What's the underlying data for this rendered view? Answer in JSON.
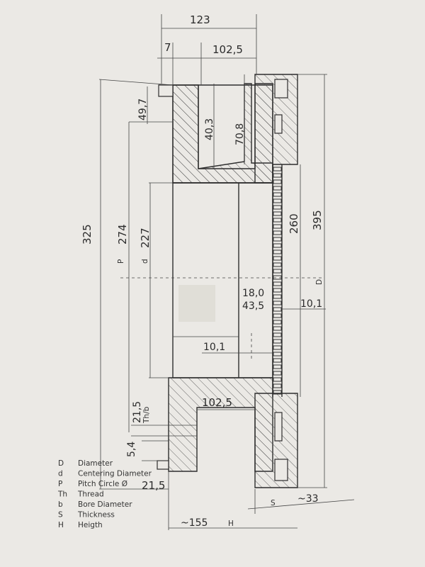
{
  "dimensions": {
    "top_total": "123",
    "top_small": "7",
    "top_right": "102,5",
    "upper_49": "49,7",
    "upper_40": "40,3",
    "upper_70": "70,8",
    "left_325": "325",
    "left_274": "274",
    "left_227": "227",
    "right_260": "260",
    "right_395": "395",
    "mid_18": "18,0",
    "mid_43": "43,5",
    "mid_10_right": "10,1",
    "mid_10_left": "10,1",
    "lower_215": "21,5",
    "lower_th_b": "Th/b",
    "lower_102": "102,5",
    "lower_54": "5,4",
    "lower_215b": "21,5",
    "bottom_155": "~155",
    "bottom_H": "H",
    "bottom_S": "S",
    "bottom_33": "~33"
  },
  "axis_labels": {
    "P": "P",
    "d": "d",
    "D": "D"
  },
  "legend": [
    {
      "symbol": "D",
      "text": "Diameter"
    },
    {
      "symbol": "d",
      "text": "Centering Diameter"
    },
    {
      "symbol": "P",
      "text": "Pitch Circle Ø"
    },
    {
      "symbol": "Th",
      "text": "Thread"
    },
    {
      "symbol": "b",
      "text": "Bore Diameter"
    },
    {
      "symbol": "S",
      "text": "Thickness"
    },
    {
      "symbol": "H",
      "text": "Heigth"
    }
  ]
}
